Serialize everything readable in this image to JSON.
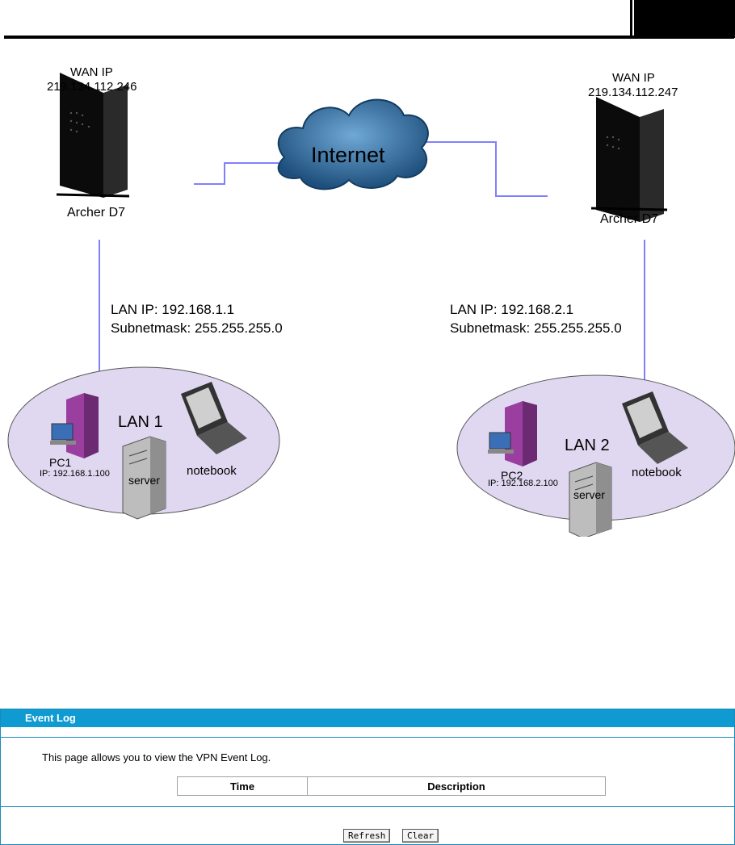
{
  "diagram": {
    "left_router": {
      "wan_label": "WAN IP",
      "wan_ip": "219.134.112.246",
      "name": "Archer D7"
    },
    "right_router": {
      "wan_label": "WAN IP",
      "wan_ip": "219.134.112.247",
      "name": "Archer D7"
    },
    "cloud_label": "Internet",
    "left_lan": {
      "lan_ip": "LAN IP: 192.168.1.1",
      "subnet": "Subnetmask: 255.255.255.0",
      "name": "LAN 1",
      "pc_name": "PC1",
      "pc_ip": "IP: 192.168.1.100",
      "server": "server",
      "notebook": "notebook"
    },
    "right_lan": {
      "lan_ip": "LAN IP: 192.168.2.1",
      "subnet": "Subnetmask: 255.255.255.0",
      "name": "LAN 2",
      "pc_name": "PC2",
      "pc_ip": "IP: 192.168.2.100",
      "server": "server",
      "notebook": "notebook"
    },
    "colors": {
      "link_line": "#8080ff",
      "lan_fill": "#e0d8f0",
      "cloud": "#1e5d8c"
    }
  },
  "event_log": {
    "title": "Event Log",
    "description": "This page allows you to view the VPN Event Log.",
    "columns": [
      "Time",
      "Description"
    ],
    "buttons": {
      "refresh": "Refresh",
      "clear": "Clear"
    },
    "colors": {
      "title_bar": "#0f9bd2"
    }
  }
}
